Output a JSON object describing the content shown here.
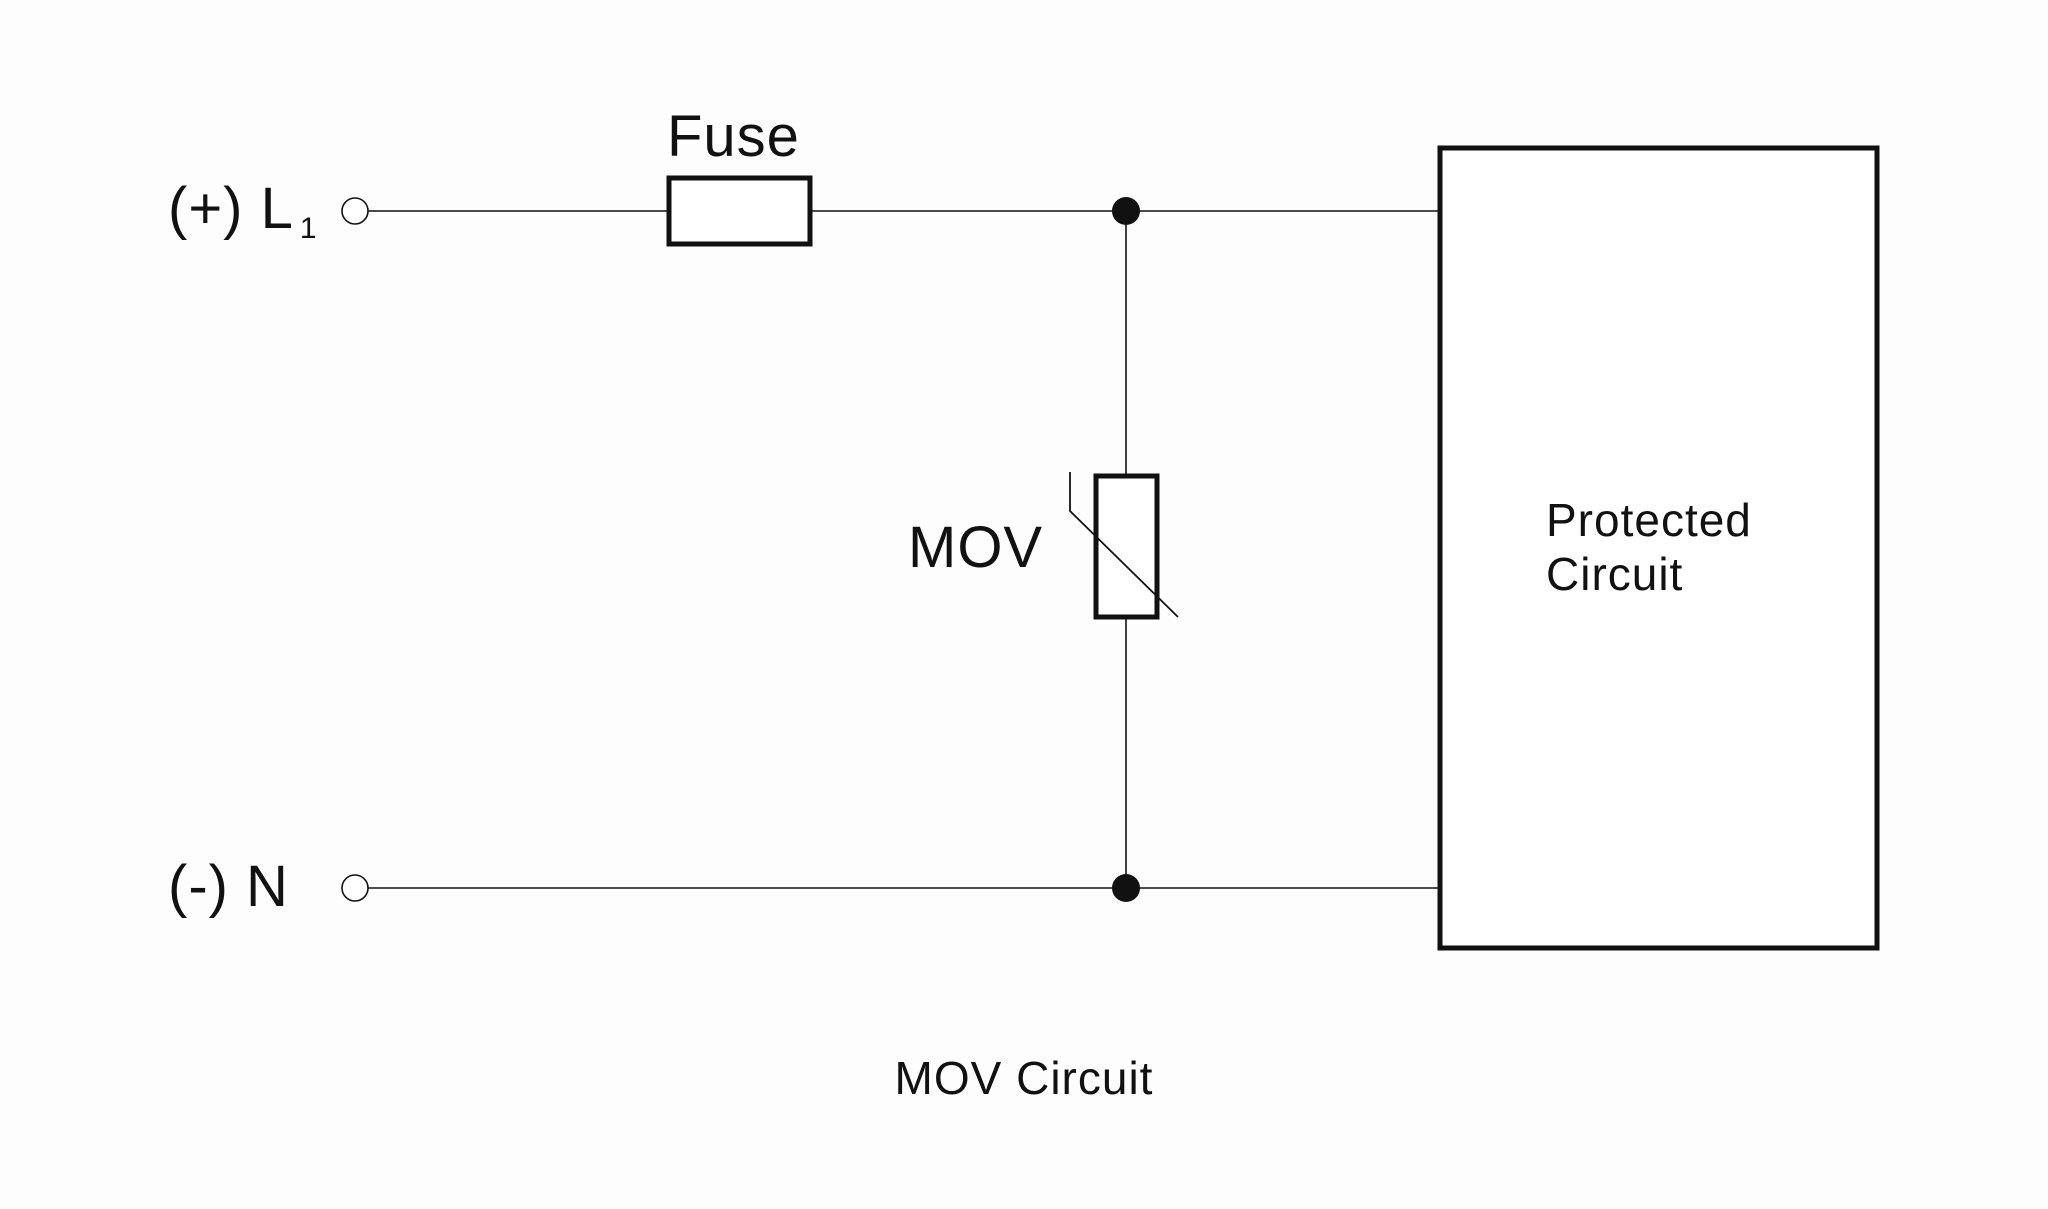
{
  "terminals": {
    "line_prefix": "(+) L",
    "line_subscript": "1",
    "neutral": "(-) N"
  },
  "components": {
    "fuse_label": "Fuse",
    "mov_label": "MOV"
  },
  "load": {
    "line1": "Protected",
    "line2": "Circuit"
  },
  "caption": "MOV Circuit",
  "colors": {
    "ink": "#111111",
    "background": "#fdfdfd"
  }
}
